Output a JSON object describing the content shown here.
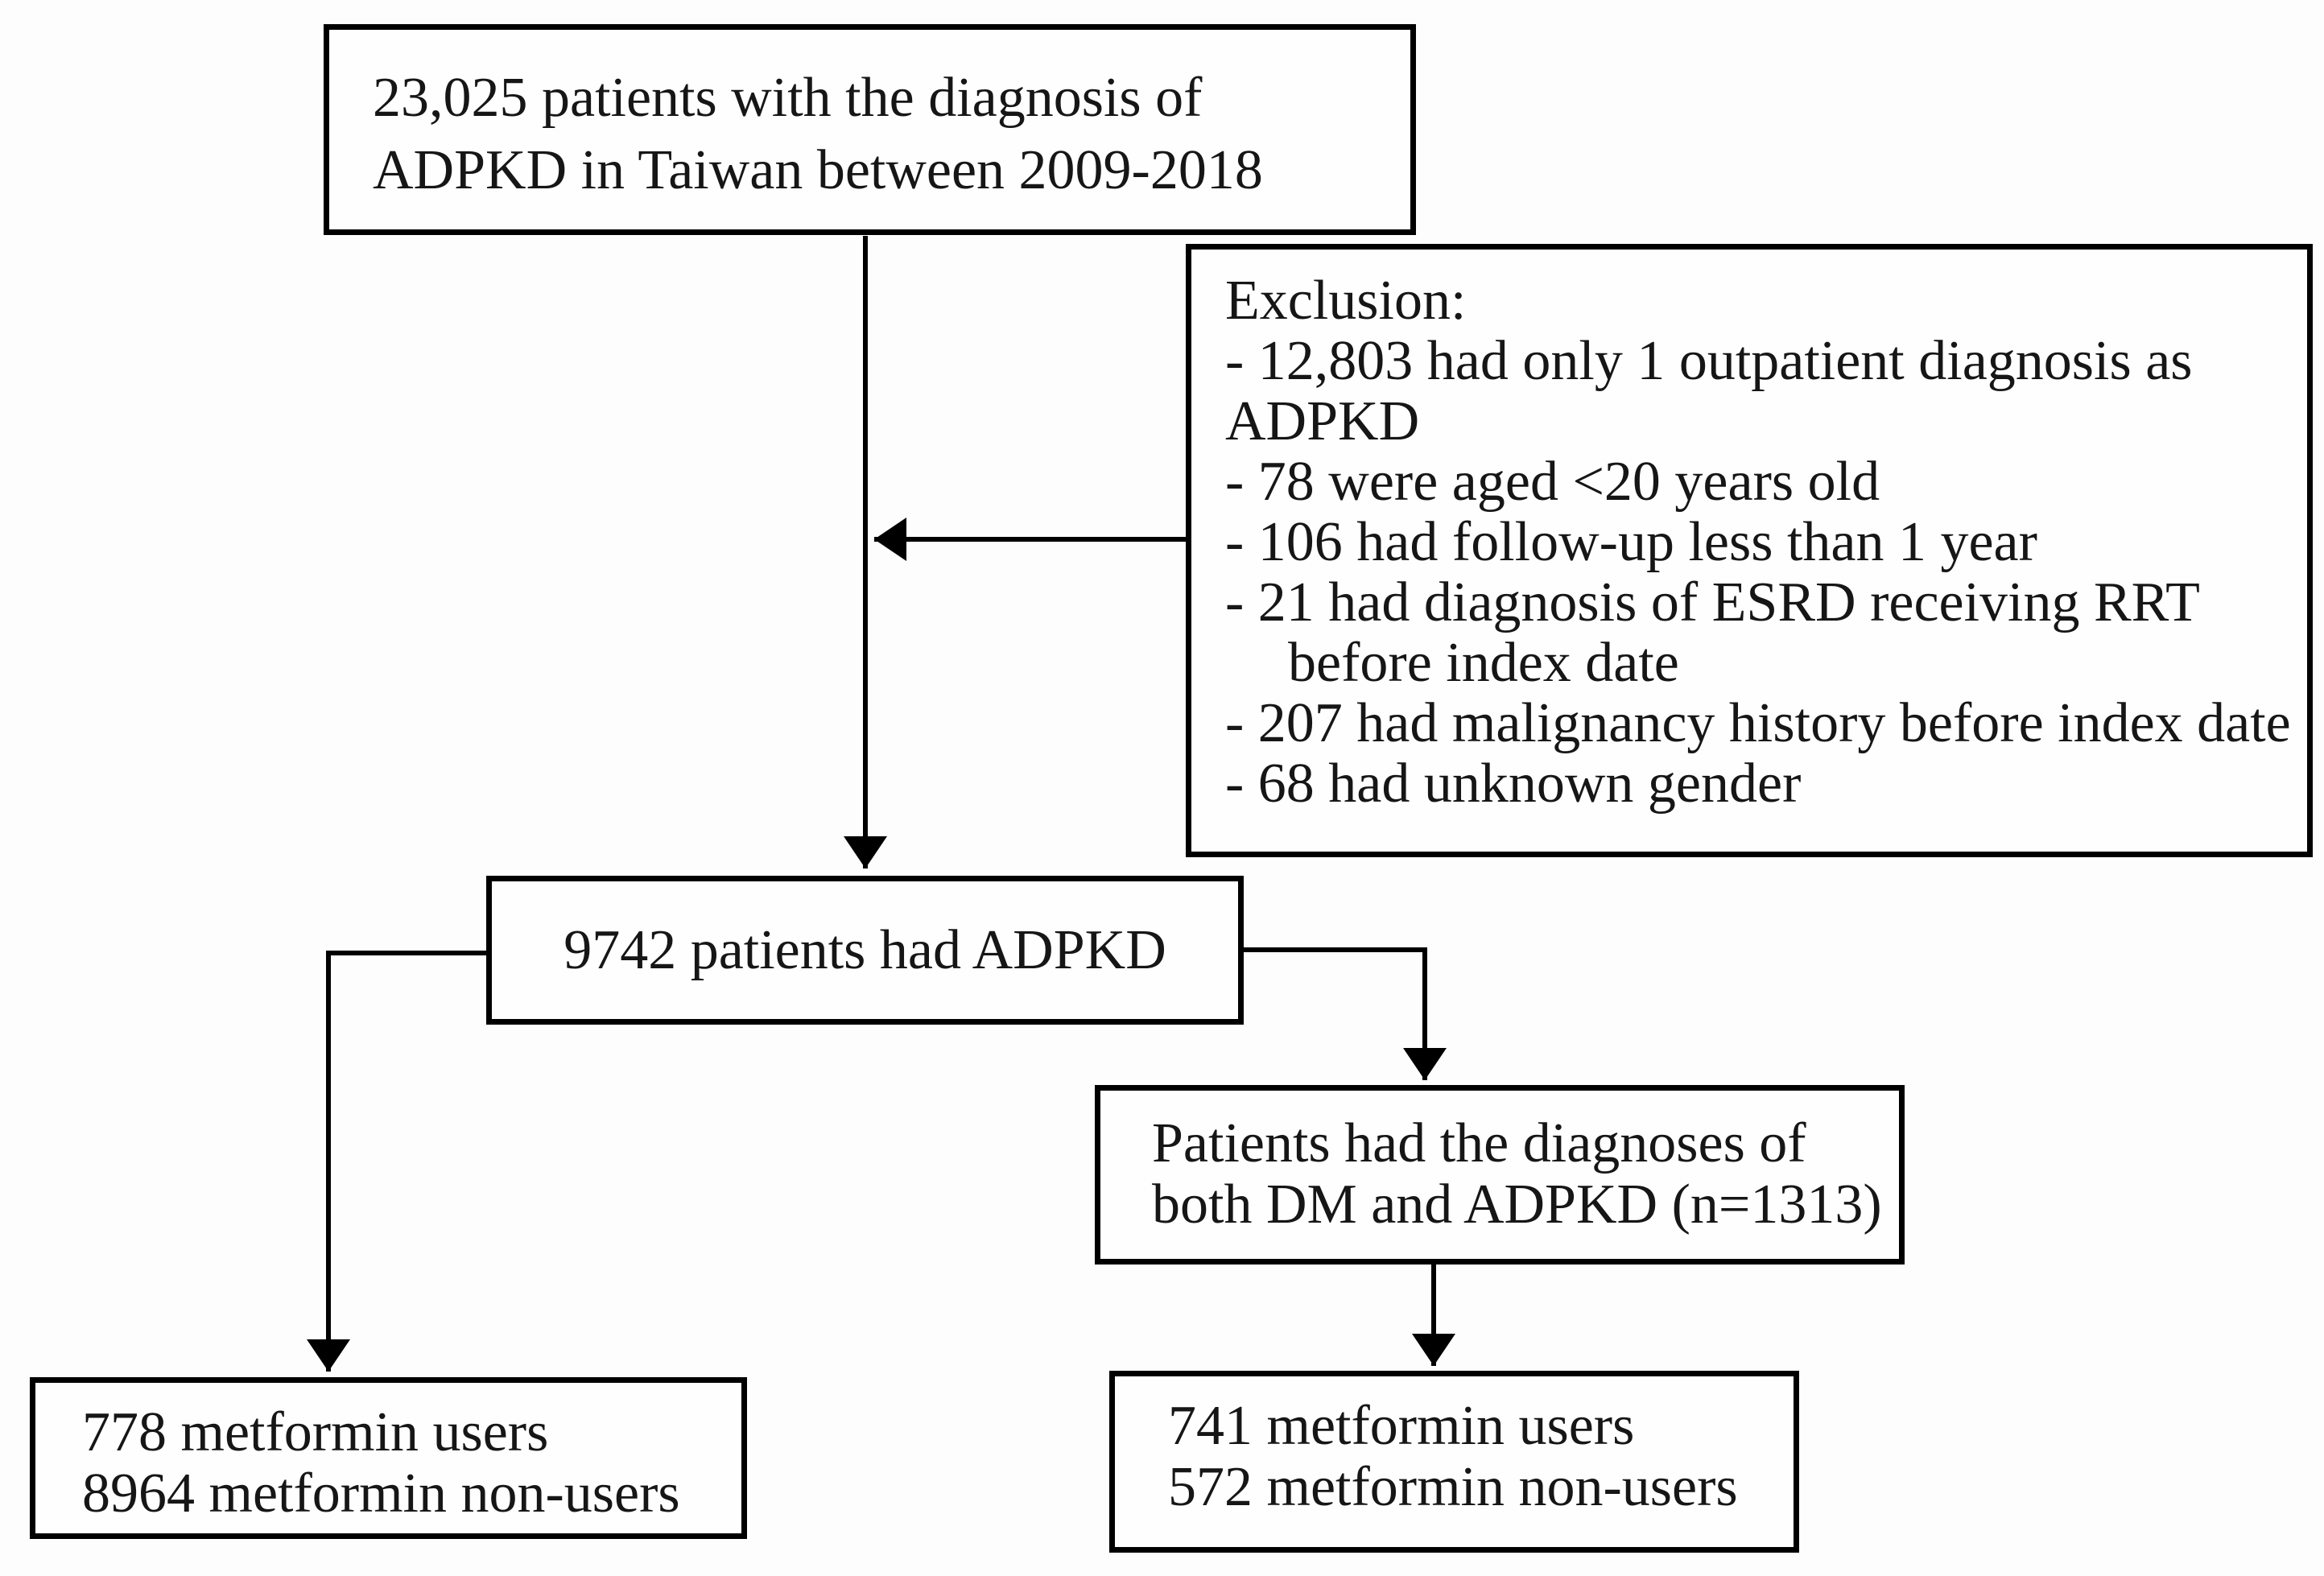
{
  "figure_type": "patient-flow-diagram",
  "boxes": {
    "initial": {
      "lines": [
        "23,025 patients with the diagnosis of",
        "ADPKD in Taiwan between 2009-2018"
      ]
    },
    "exclusion": {
      "lines": [
        "Exclusion:",
        "- 12,803 had only 1 outpatient diagnosis as",
        "ADPKD",
        "- 78 were aged <20 years old",
        "- 106 had follow-up less than 1 year",
        "- 21 had diagnosis of ESRD receiving RRT",
        "before index date",
        "- 207 had malignancy history before index date",
        "- 68 had unknown gender"
      ]
    },
    "adpkd": {
      "text": "9742 patients had ADPKD"
    },
    "dm": {
      "lines": [
        "Patients had the diagnoses of",
        "both DM and ADPKD (n=1313)"
      ]
    },
    "left_outcome": {
      "lines": [
        "778 metformin users",
        "8964 metformin non-users"
      ]
    },
    "right_outcome": {
      "lines": [
        "741 metformin users",
        "572 metformin non-users"
      ]
    }
  },
  "edges": [
    {
      "from": "initial",
      "to": "adpkd",
      "style": "arrow-down"
    },
    {
      "from": "exclusion",
      "to": "initial-to-adpkd-line",
      "style": "arrow-left"
    },
    {
      "from": "adpkd",
      "to": "left_outcome",
      "style": "arrow-down"
    },
    {
      "from": "adpkd",
      "to": "dm",
      "style": "arrow-down"
    },
    {
      "from": "dm",
      "to": "right_outcome",
      "style": "arrow-down"
    }
  ],
  "colors": {
    "line": "#000000",
    "text": "#161616",
    "background": "#fdfdfd",
    "box_border": "#000000"
  }
}
